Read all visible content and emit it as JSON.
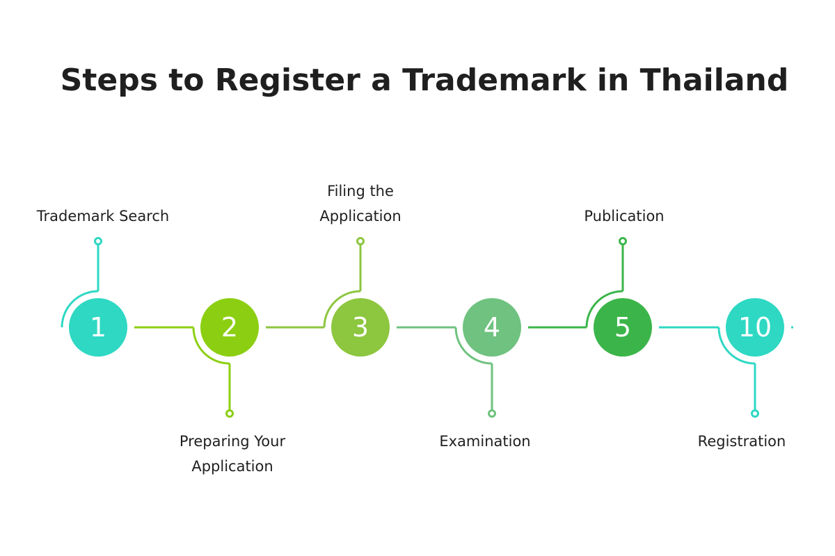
{
  "title": "Steps to Register a Trademark in Thailand",
  "steps": [
    {
      "number": "1",
      "label_lines": [
        "Trademark Search"
      ],
      "position": "top",
      "color": "#2ed8c3"
    },
    {
      "number": "2",
      "label_lines": [
        "Preparing Your",
        "Application"
      ],
      "position": "bottom",
      "color": "#8ccf12"
    },
    {
      "number": "3",
      "label_lines": [
        "Filing the",
        "Application"
      ],
      "position": "top",
      "color": "#8dc63f"
    },
    {
      "number": "4",
      "label_lines": [
        "Examination"
      ],
      "position": "bottom",
      "color": "#6fc27f"
    },
    {
      "number": "5",
      "label_lines": [
        "Publication"
      ],
      "position": "top",
      "color": "#3bb54a"
    },
    {
      "number": "10",
      "label_lines": [
        "Registration"
      ],
      "position": "bottom",
      "color": "#2ed8c3"
    }
  ]
}
